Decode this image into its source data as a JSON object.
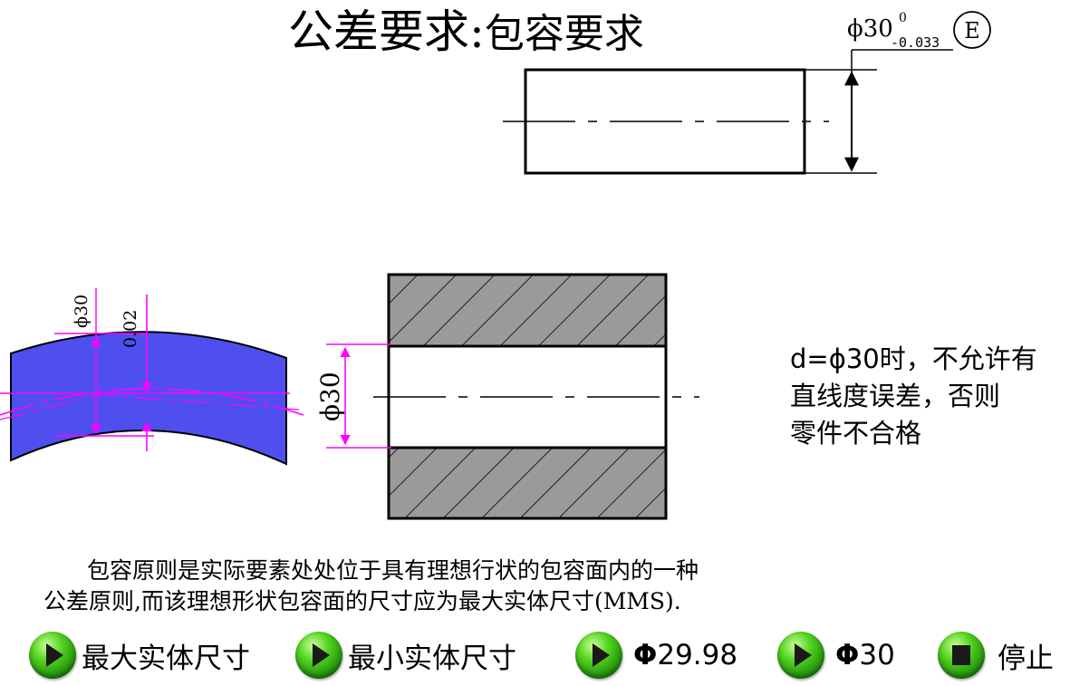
{
  "title": {
    "main": "公差要求:",
    "sub": "包容要求"
  },
  "top_drawing": {
    "dimension": "ϕ30",
    "upper_deviation": "0",
    "lower_deviation": "-0.033",
    "envelope_symbol": "E"
  },
  "bent_part": {
    "dimension_label": "ϕ30",
    "straightness_label": "0.02",
    "fill_color": "#4f4ff0",
    "dimension_color": "#ff00ff"
  },
  "section_drawing": {
    "dimension_label": "ϕ30"
  },
  "note": {
    "line1": "d=ϕ30时，不允许有",
    "line2": "直线度误差，否则",
    "line3": "零件不合格"
  },
  "paragraph": {
    "line1": "包容原则是实际要素处处位于具有理想行状的包容面内的一种",
    "line2": "公差原则,而该理想形状包容面的尺寸应为最大实体尺寸(MMS)."
  },
  "buttons": [
    {
      "label": "最大实体尺寸",
      "icon": "play-icon"
    },
    {
      "label": "最小实体尺寸",
      "icon": "play-icon"
    },
    {
      "symbol": "Φ",
      "value": "29.98",
      "icon": "play-icon"
    },
    {
      "symbol": "Φ",
      "value": "30",
      "icon": "play-icon"
    },
    {
      "label": "停止",
      "icon": "stop-icon"
    }
  ]
}
